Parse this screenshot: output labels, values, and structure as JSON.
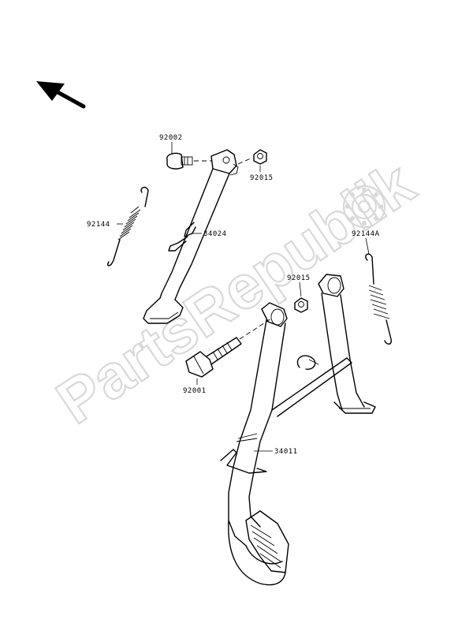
{
  "watermark": {
    "text": "PartsRepublik",
    "color": "#d9d9d9"
  },
  "parts": {
    "bolt_pivot_small": "92002",
    "nut_upper": "92015",
    "spring_side": "92144",
    "side_stand": "34024",
    "spring_main": "92144A",
    "nut_lower": "92015",
    "bolt_main": "92001",
    "main_stand": "34011"
  },
  "icons": {
    "direction_arrow": "arrow-up-left-icon",
    "watermark_gear": "gear-icon"
  },
  "colors": {
    "ink": "#000000",
    "watermark": "#d9d9d9",
    "background": "#ffffff"
  }
}
